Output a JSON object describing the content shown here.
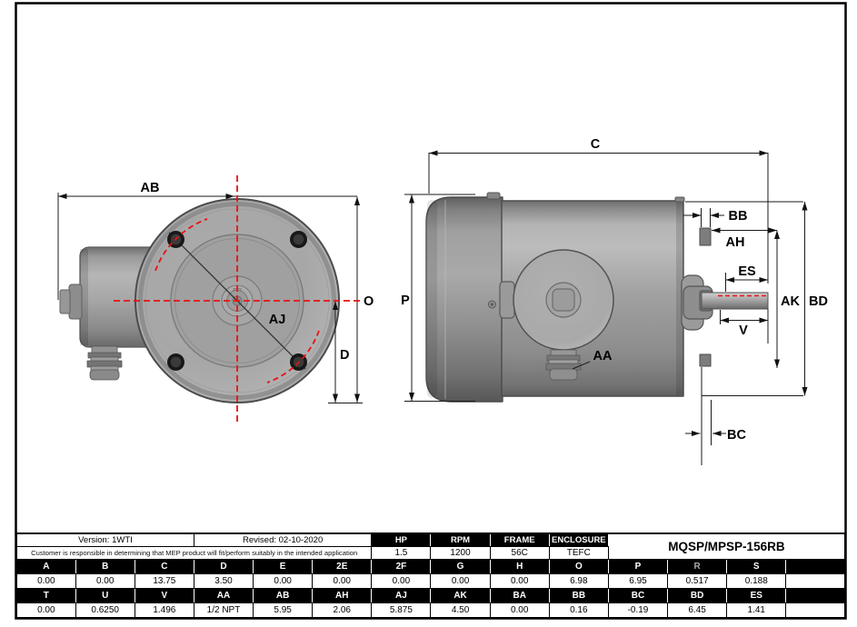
{
  "dims": {
    "ab": "AB",
    "o": "O",
    "aj": "AJ",
    "d": "D",
    "c": "C",
    "p": "P",
    "bb": "BB",
    "ah": "AH",
    "es": "ES",
    "ak": "AK",
    "bd": "BD",
    "v": "V",
    "aa": "AA",
    "bc": "BC"
  },
  "table": {
    "version": "Version: 1WTI",
    "revised": "Revised: 02-10-2020",
    "disclaimer": "Customer is responsible in determining that MEP product will fit/perform suitably in the intended application",
    "model": "MQSP/MPSP-156RB",
    "spec_headers": [
      "HP",
      "RPM",
      "FRAME",
      "ENCLOSURE"
    ],
    "spec_values": [
      "1.5",
      "1200",
      "56C",
      "TEFC"
    ],
    "row1_headers": [
      "A",
      "B",
      "C",
      "D",
      "E",
      "2E",
      "2F",
      "G",
      "H",
      "O",
      "P",
      "R",
      "S",
      ""
    ],
    "row1_values": [
      "0.00",
      "0.00",
      "13.75",
      "3.50",
      "0.00",
      "0.00",
      "0.00",
      "0.00",
      "0.00",
      "6.98",
      "6.95",
      "0.517",
      "0.188",
      ""
    ],
    "row2_headers": [
      "T",
      "U",
      "V",
      "AA",
      "AB",
      "AH",
      "AJ",
      "AK",
      "BA",
      "BB",
      "BC",
      "BD",
      "ES",
      ""
    ],
    "row2_values": [
      "0.00",
      "0.6250",
      "1.496",
      "1/2 NPT",
      "5.95",
      "2.06",
      "5.875",
      "4.50",
      "0.00",
      "0.16",
      "-0.19",
      "6.45",
      "1.41",
      ""
    ]
  },
  "colors": {
    "centerline_red": "#e91212",
    "dimension_line": "#1a1a1a",
    "body_gray": "#9d9d9d",
    "frame_border": "#000000"
  }
}
